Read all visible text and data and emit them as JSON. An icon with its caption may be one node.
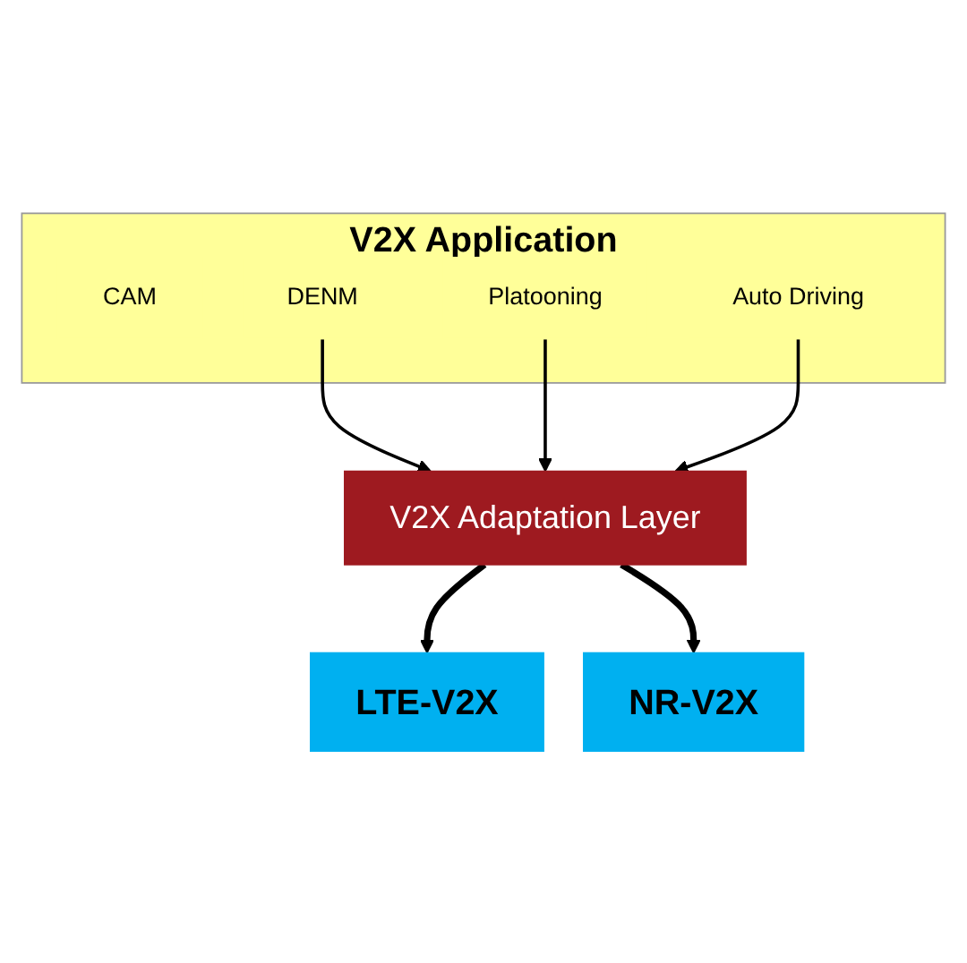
{
  "diagram": {
    "nodes": [
      {
        "text": [
          "V2X Application"
        ]
      },
      {
        "text": [
          "CAM"
        ],
        "in": 0
      },
      {
        "text": [
          "DENM"
        ],
        "in": 0
      },
      {
        "text": [
          "Platooning"
        ],
        "in": 0
      },
      {
        "text": [
          "Auto Driving"
        ],
        "in": 0
      },
      {
        "text": [
          "V2X Adaptation Layer"
        ]
      },
      {
        "text": [
          "LTE-V2X"
        ]
      },
      {
        "text": [
          "NR-V2X"
        ]
      }
    ],
    "edges": [
      {
        "from": 2,
        "to": 5,
        "arrow": "to"
      },
      {
        "from": 3,
        "to": 5,
        "arrow": "to"
      },
      {
        "from": 4,
        "to": 5,
        "arrow": "to"
      },
      {
        "from": 5,
        "to": 6,
        "arrow": "to",
        "style": "thick"
      },
      {
        "from": 5,
        "to": 7,
        "arrow": "to",
        "style": "thick"
      }
    ]
  }
}
